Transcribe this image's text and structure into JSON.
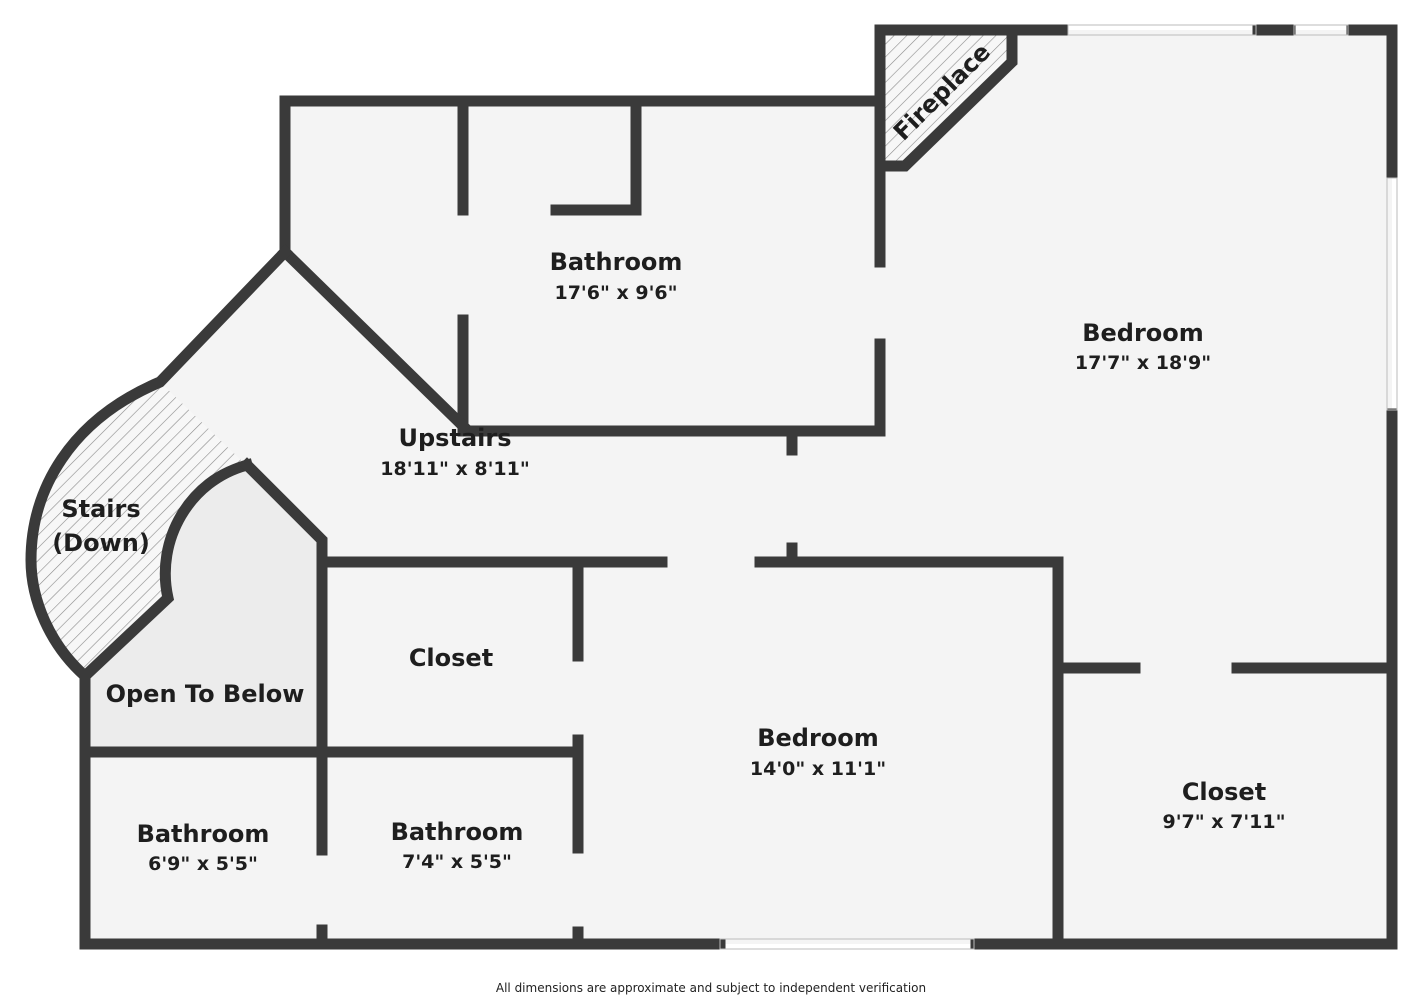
{
  "rooms": {
    "bathroom_top": {
      "name": "Bathroom",
      "dims": "17'6\" x 9'6\""
    },
    "bedroom_right": {
      "name": "Bedroom",
      "dims": "17'7\" x 18'9\""
    },
    "upstairs": {
      "name": "Upstairs",
      "dims": "18'11\" x 8'11\""
    },
    "stairs": {
      "name_line1": "Stairs",
      "name_line2": "(Down)"
    },
    "open_to_below": {
      "name": "Open To Below"
    },
    "closet_left": {
      "name": "Closet"
    },
    "bedroom_center": {
      "name": "Bedroom",
      "dims": "14'0\" x 11'1\""
    },
    "closet_right": {
      "name": "Closet",
      "dims": "9'7\" x 7'11\""
    },
    "bathroom_left": {
      "name": "Bathroom",
      "dims": "6'9\" x 5'5\""
    },
    "bathroom_mid": {
      "name": "Bathroom",
      "dims": "7'4\" x 5'5\""
    },
    "fireplace": {
      "name": "Fireplace"
    }
  },
  "disclaimer": "All dimensions are approximate and subject to independent verification",
  "colors": {
    "wall": "#3a3a3a",
    "floor": "#f4f4f4",
    "open_area": "#ececec",
    "hatch": "#8a8a8a"
  }
}
